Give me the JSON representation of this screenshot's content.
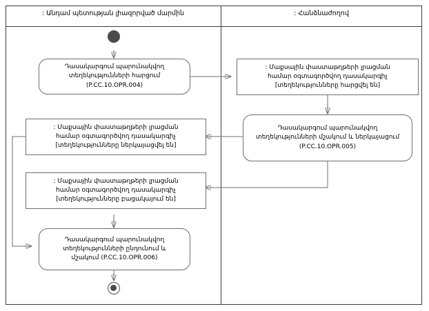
{
  "diagram": {
    "type": "uml-activity-diagram",
    "lanes": [
      {
        "id": "left",
        "title": ": Անդամ պետության լիազորված մարմին"
      },
      {
        "id": "right",
        "title": ": Հանձնաժողով"
      }
    ],
    "nodes": {
      "initial": {
        "kind": "initial-node",
        "lane": "left"
      },
      "final": {
        "kind": "final-node",
        "lane": "left"
      },
      "act_004": {
        "kind": "activity",
        "lane": "left",
        "line1": "Դասակարգում պարունակվող",
        "line2": "տեղեկությունների հարցում",
        "line3": "(P.CC.10.OPR.004)"
      },
      "obj_requested": {
        "kind": "object",
        "lane": "right",
        "line1": ": Մաքսային փաստաթղթերի լրացման",
        "line2": "համար օգտագործվող դասակարգիչ",
        "line3": "[տեղեկությունները հարցվել են]"
      },
      "act_005": {
        "kind": "activity",
        "lane": "right",
        "line1": "Դասակարգում պարունակվող",
        "line2": "տեղեկությունների մշակում և ներկայացում",
        "line3": "(P.CC.10.OPR.005)"
      },
      "obj_presented": {
        "kind": "object",
        "lane": "left",
        "line1": ": Մաքսային փաստաթղթերի լրացման",
        "line2": "համար օգտագործվող դասակարգիչ",
        "line3": "[տեղեկությունները ներկայացվել են]"
      },
      "obj_absent": {
        "kind": "object",
        "lane": "left",
        "line1": ": Մաքսային փաստաթղթերի լրացման",
        "line2": "համար օգտագործվող դասակարգիչ",
        "line3": "[տեղեկությունները բացակայում են]"
      },
      "act_006": {
        "kind": "activity",
        "lane": "left",
        "line1": "Դասակարգում պարունակվող",
        "line2": "տեղեկությունների ընդունում և",
        "line3": "մշակում (P.CC.10.OPR.006)"
      }
    },
    "colors": {
      "frame": "#3b3b3b",
      "node_border": "#6e6e6e",
      "connector": "#6e6e6e",
      "node_fill": "#ffffff",
      "control_node": "#4a4a4a",
      "text": "#000000"
    }
  }
}
